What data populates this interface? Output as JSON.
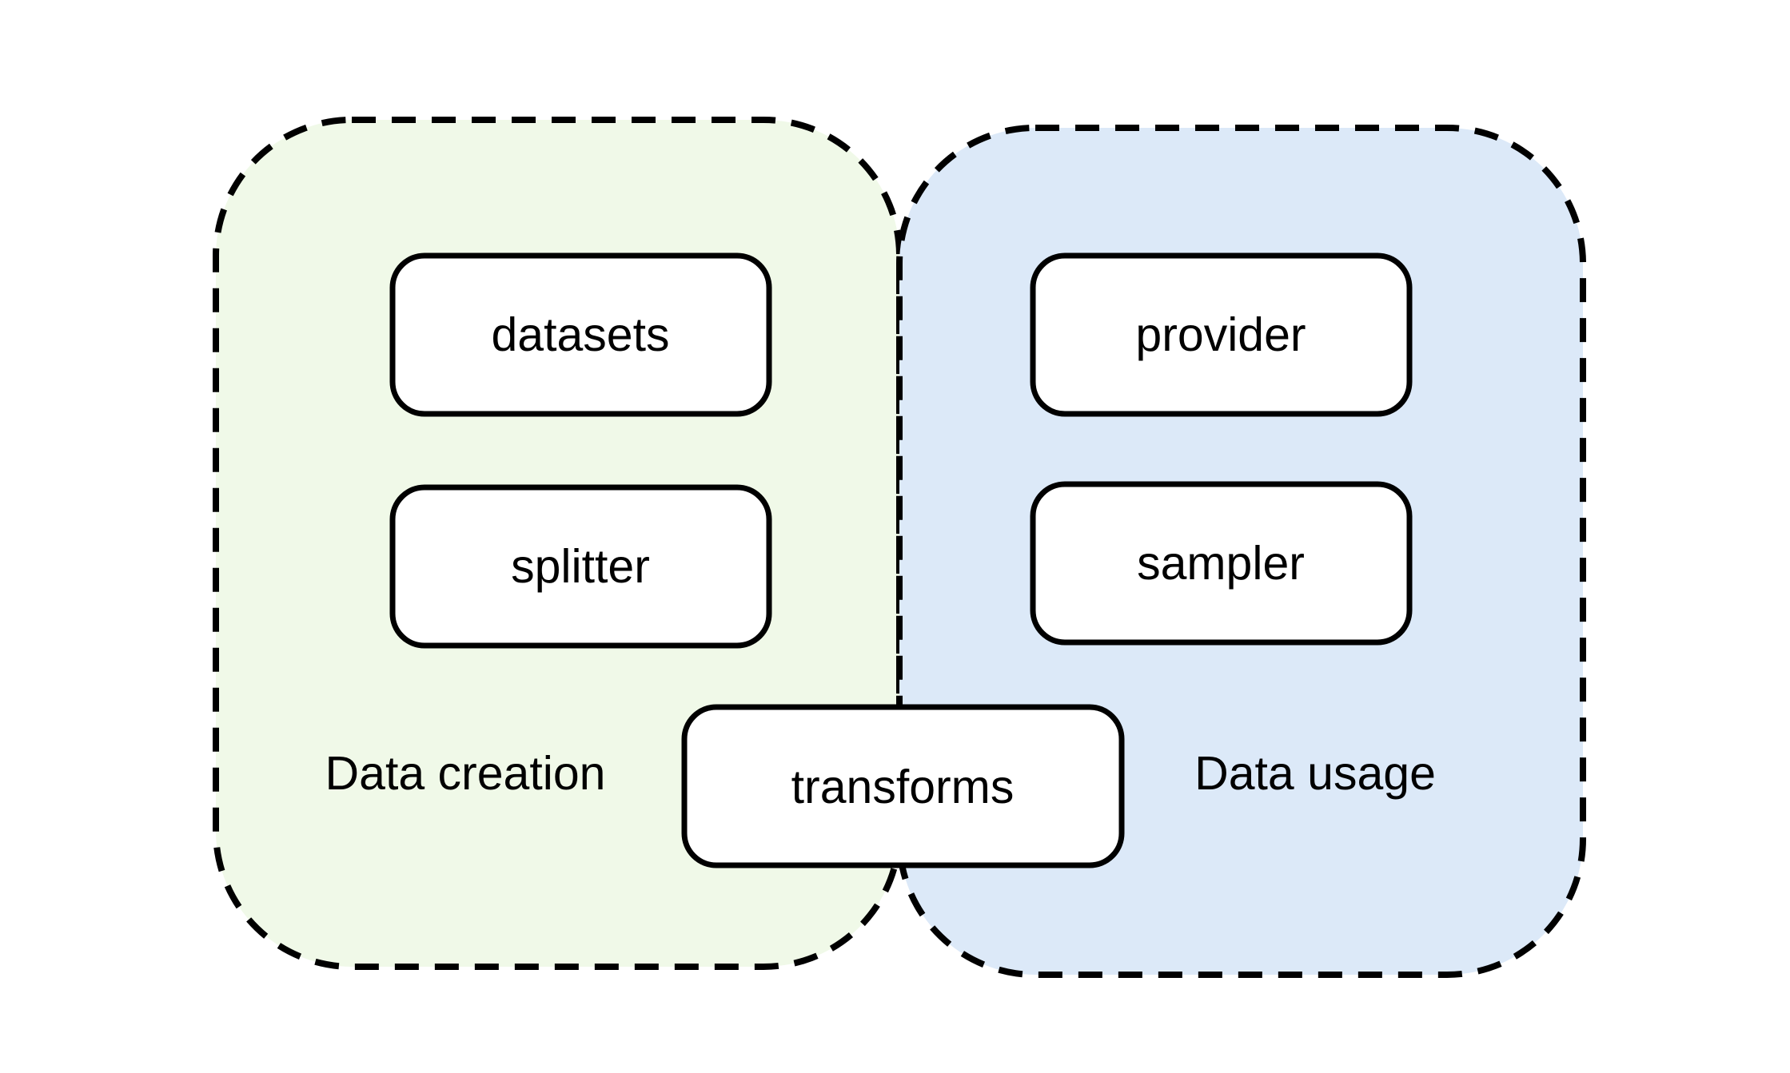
{
  "colors": {
    "creation_fill": "#f0f9e8",
    "usage_fill": "#dce9f8",
    "box_fill": "#ffffff",
    "stroke": "#000000"
  },
  "regions": {
    "creation_label": "Data creation",
    "usage_label": "Data usage"
  },
  "modules": {
    "datasets": "datasets",
    "splitter": "splitter",
    "provider": "provider",
    "sampler": "sampler",
    "transforms": "transforms"
  }
}
